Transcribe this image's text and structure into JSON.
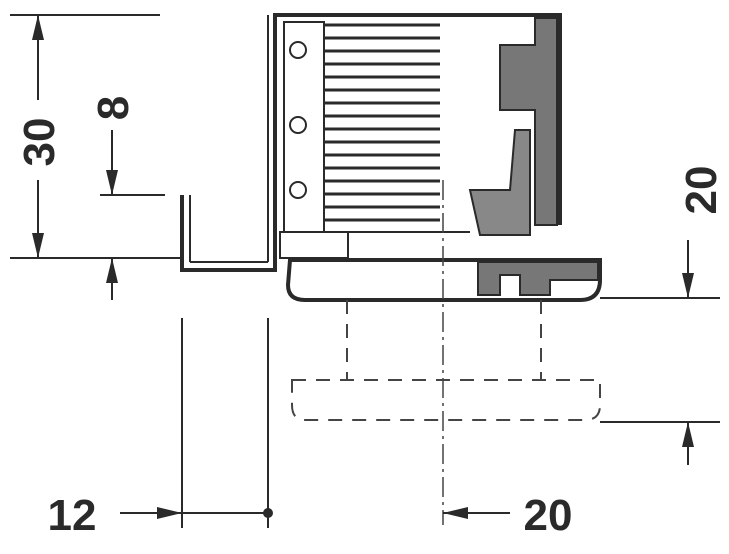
{
  "dimensions": {
    "height_total": "30",
    "height_step": "8",
    "height_right": "20",
    "width_left": "12",
    "width_right": "20"
  }
}
